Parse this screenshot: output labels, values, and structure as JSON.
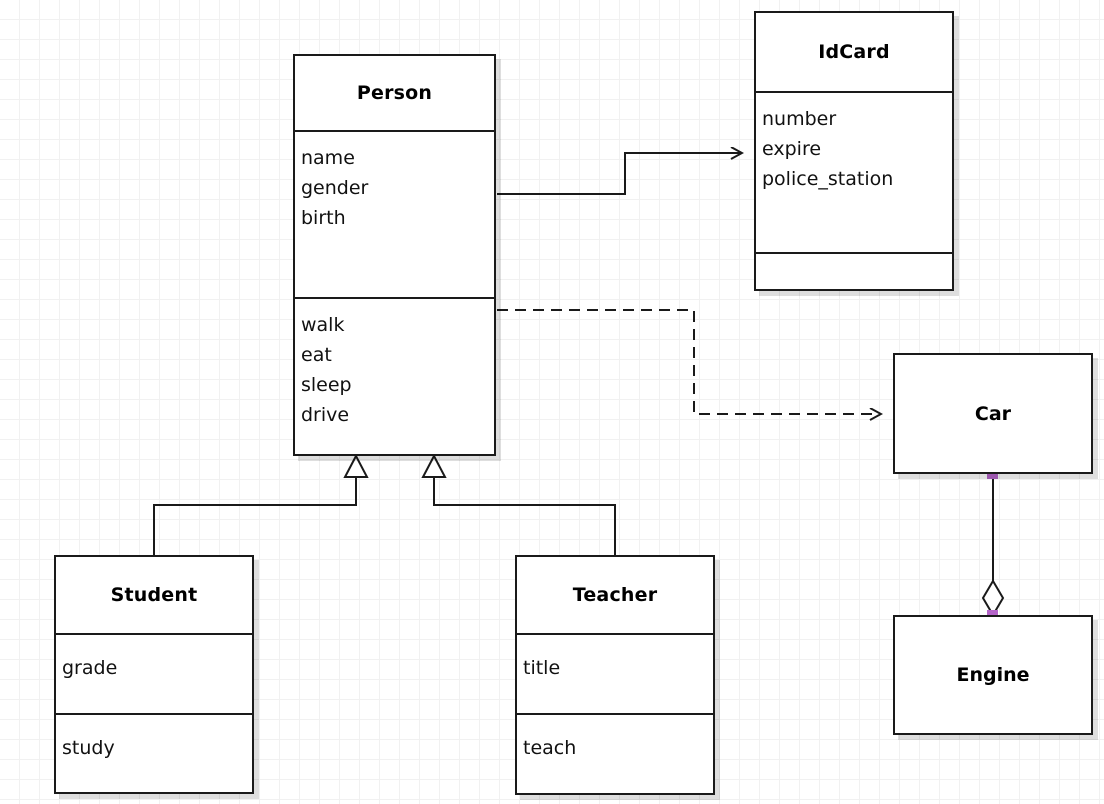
{
  "diagram": {
    "type": "uml-class-diagram",
    "background": "#ffffff",
    "grid_color": "#f1f1f1",
    "line_color": "#1a1a1a",
    "handle_color": "#b464c8"
  },
  "classes": {
    "person": {
      "name": "Person",
      "attributes": [
        "name",
        "gender",
        "birth"
      ],
      "operations": [
        "walk",
        "eat",
        "sleep",
        "drive"
      ]
    },
    "idcard": {
      "name": "IdCard",
      "attributes": [
        "number",
        "expire",
        "police_station"
      ],
      "operations": []
    },
    "student": {
      "name": "Student",
      "attributes": [
        "grade"
      ],
      "operations": [
        "study"
      ]
    },
    "teacher": {
      "name": "Teacher",
      "attributes": [
        "title"
      ],
      "operations": [
        "teach"
      ]
    },
    "car": {
      "name": "Car"
    },
    "engine": {
      "name": "Engine"
    }
  },
  "relationships": [
    {
      "id": "person-idcard",
      "kind": "association",
      "style": "solid",
      "arrowhead": "open",
      "from": "Person",
      "to": "IdCard"
    },
    {
      "id": "person-car",
      "kind": "dependency",
      "style": "dashed",
      "arrowhead": "open",
      "from": "Person",
      "to": "Car"
    },
    {
      "id": "student-person",
      "kind": "generalization",
      "style": "solid",
      "arrowhead": "hollow-triangle",
      "from": "Student",
      "to": "Person"
    },
    {
      "id": "teacher-person",
      "kind": "generalization",
      "style": "solid",
      "arrowhead": "hollow-triangle",
      "from": "Teacher",
      "to": "Person"
    },
    {
      "id": "car-engine",
      "kind": "aggregation",
      "style": "solid",
      "arrowhead": "hollow-diamond",
      "from": "Car",
      "to": "Engine"
    }
  ]
}
